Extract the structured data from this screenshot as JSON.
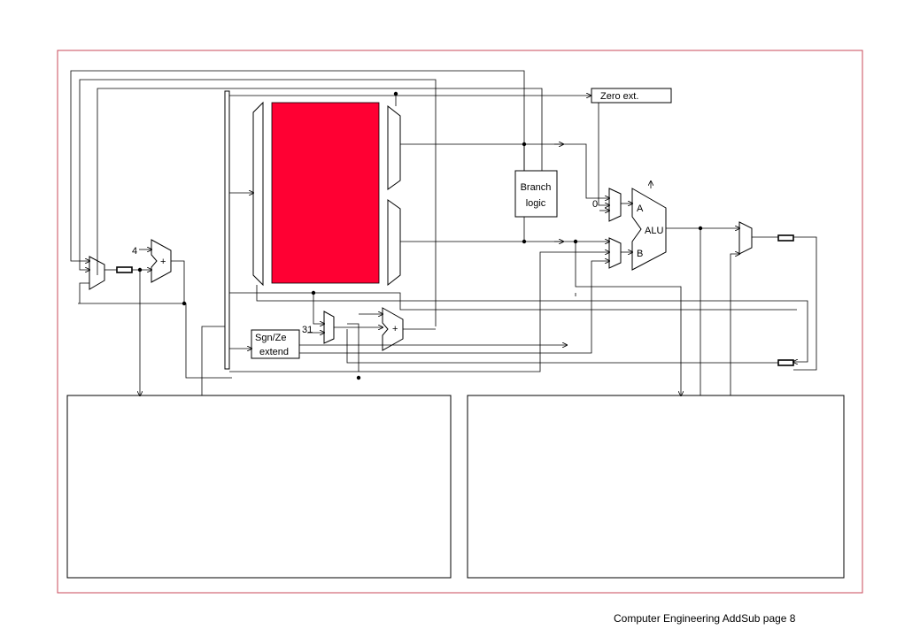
{
  "labels": {
    "zero_ext": "Zero ext.",
    "branch_logic_line1": "Branch",
    "branch_logic_line2": "logic",
    "alu": "ALU",
    "alu_a": "A",
    "alu_b": "B",
    "const_zero": "0",
    "const_four": "4",
    "const_31": "31",
    "adder_plus": "+",
    "sgnze_line1": "Sgn/Ze",
    "sgnze_line2": "extend"
  },
  "footer": "Computer Engineering  AddSub page 8",
  "colors": {
    "frame": "#c8485a",
    "register_file": "#ff0033",
    "wire": "#000000"
  }
}
